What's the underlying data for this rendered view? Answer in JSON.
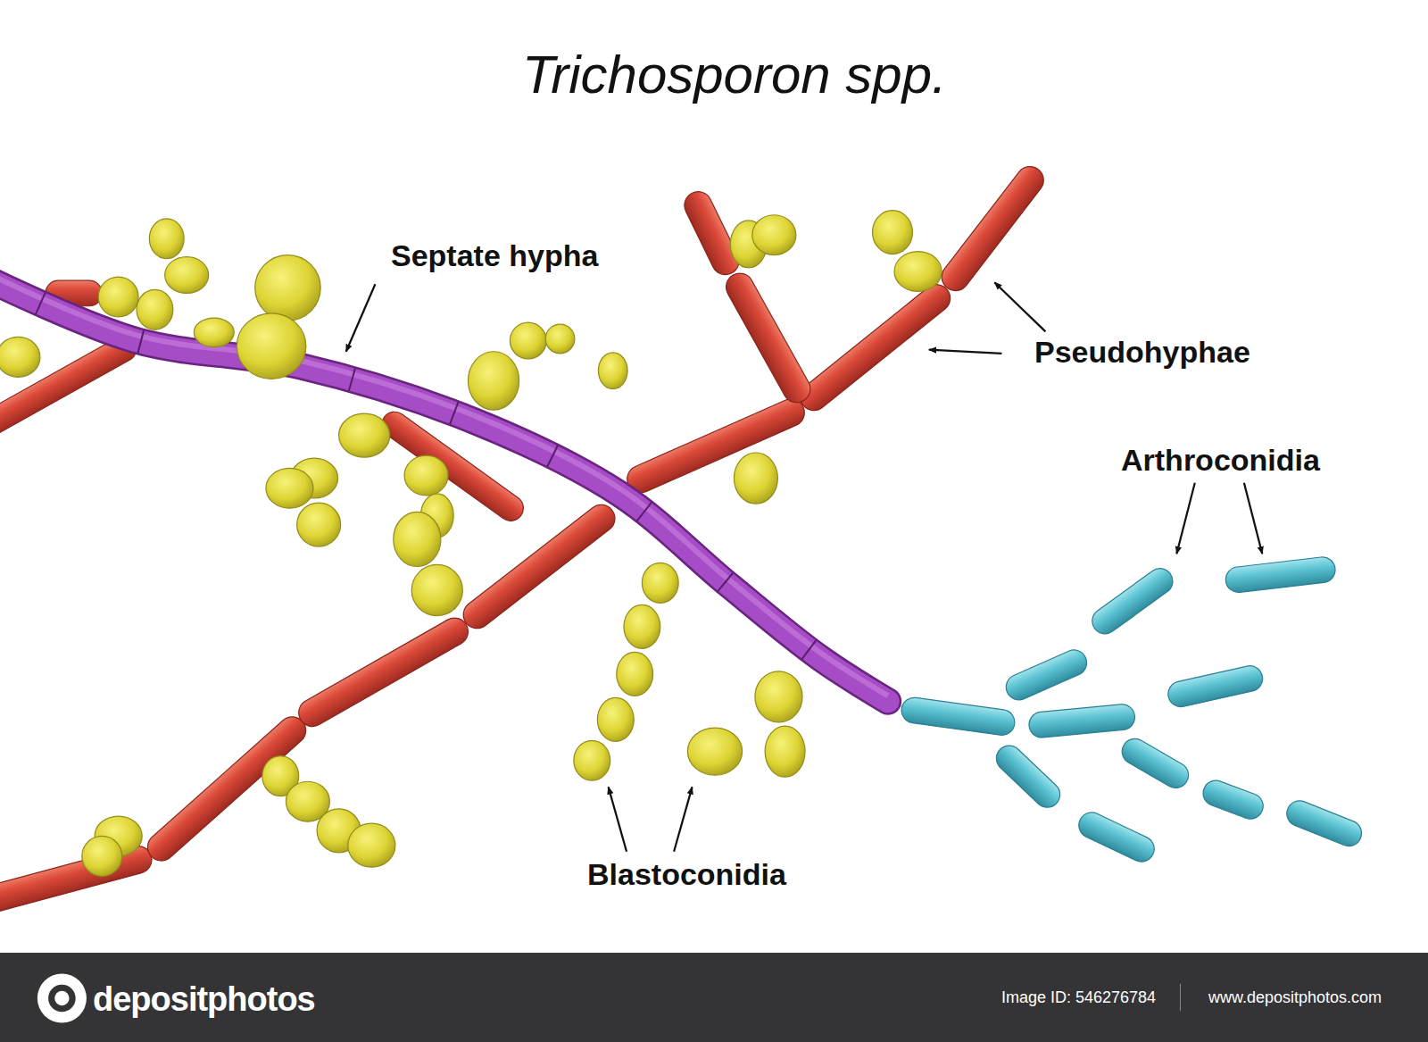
{
  "diagram": {
    "title": "Trichosporon spp.",
    "labels": [
      "Septate hypha",
      "Pseudohyphae",
      "Arthroconidia",
      "Blastoconidia",
      "depositphotos",
      "Image ID: 546276784",
      "www.depositphotos.com"
    ]
  }
}
